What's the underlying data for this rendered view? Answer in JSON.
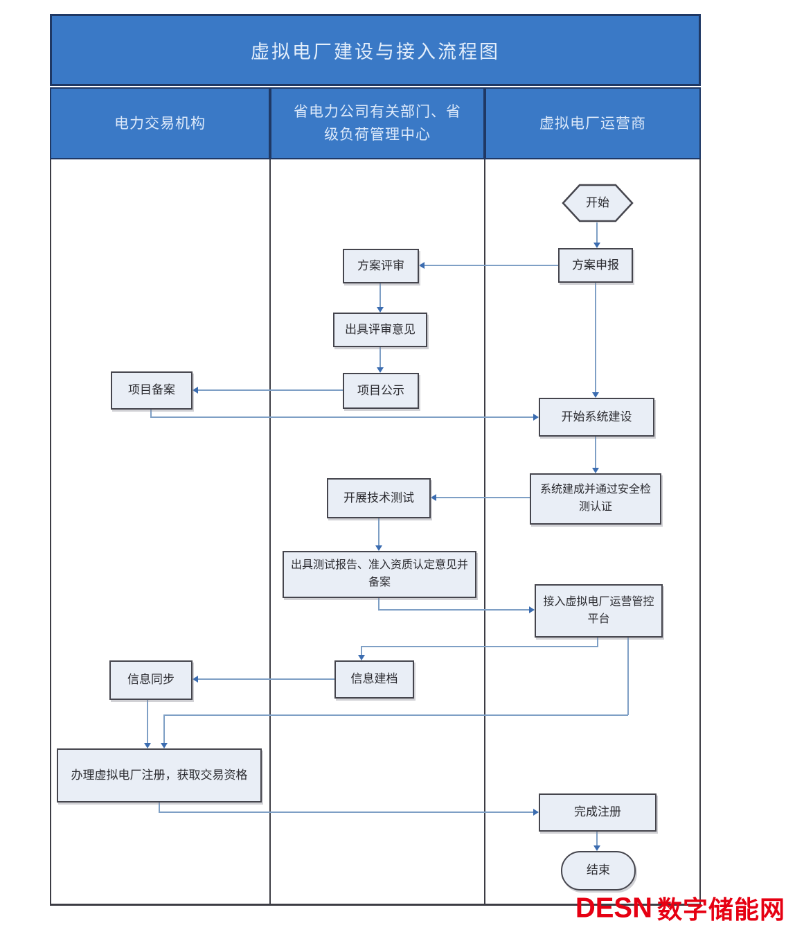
{
  "diagram": {
    "type": "flowchart-swimlane",
    "title": "虚拟电厂建设与接入流程图"
  },
  "lanes": [
    {
      "label": "电力交易机构"
    },
    {
      "label": "省电力公司有关部门、省级负荷管理中心"
    },
    {
      "label": "虚拟电厂运营商"
    }
  ],
  "nodes": {
    "start": {
      "label": "开始",
      "shape": "hexagon",
      "lane": "虚拟电厂运营商"
    },
    "plan_declare": {
      "label": "方案申报",
      "shape": "process",
      "lane": "虚拟电厂运营商"
    },
    "plan_review": {
      "label": "方案评审",
      "shape": "process",
      "lane": "省电力公司有关部门、省级负荷管理中心"
    },
    "issue_review_opinion": {
      "label": "出具评审意见",
      "shape": "process",
      "lane": "省电力公司有关部门、省级负荷管理中心"
    },
    "project_publicity": {
      "label": "项目公示",
      "shape": "process",
      "lane": "省电力公司有关部门、省级负荷管理中心"
    },
    "project_filing": {
      "label": "项目备案",
      "shape": "process",
      "lane": "电力交易机构"
    },
    "start_system_build": {
      "label": "开始系统建设",
      "shape": "process",
      "lane": "虚拟电厂运营商"
    },
    "system_built_cert": {
      "label": "系统建成并通过安全检测认证",
      "shape": "process",
      "lane": "虚拟电厂运营商"
    },
    "tech_test": {
      "label": "开展技术测试",
      "shape": "process",
      "lane": "省电力公司有关部门、省级负荷管理中心"
    },
    "test_report": {
      "label": "出具测试报告、准入资质认定意见并备案",
      "shape": "process",
      "lane": "省电力公司有关部门、省级负荷管理中心"
    },
    "access_platform": {
      "label": "接入虚拟电厂运营管控平台",
      "shape": "process",
      "lane": "虚拟电厂运营商"
    },
    "info_sync": {
      "label": "信息同步",
      "shape": "process",
      "lane": "电力交易机构"
    },
    "info_archive": {
      "label": "信息建档",
      "shape": "process",
      "lane": "省电力公司有关部门、省级负荷管理中心"
    },
    "register": {
      "label": "办理虚拟电厂注册，获取交易资格",
      "shape": "process",
      "lane": "电力交易机构"
    },
    "complete_register": {
      "label": "完成注册",
      "shape": "process",
      "lane": "虚拟电厂运营商"
    },
    "end": {
      "label": "结束",
      "shape": "terminator",
      "lane": "虚拟电厂运营商"
    }
  },
  "edges": [
    {
      "from": "start",
      "to": "plan_declare"
    },
    {
      "from": "plan_declare",
      "to": "plan_review"
    },
    {
      "from": "plan_review",
      "to": "issue_review_opinion"
    },
    {
      "from": "issue_review_opinion",
      "to": "project_publicity"
    },
    {
      "from": "project_publicity",
      "to": "project_filing"
    },
    {
      "from": "plan_declare",
      "to": "start_system_build"
    },
    {
      "from": "project_filing",
      "to": "start_system_build"
    },
    {
      "from": "start_system_build",
      "to": "system_built_cert"
    },
    {
      "from": "system_built_cert",
      "to": "tech_test"
    },
    {
      "from": "tech_test",
      "to": "test_report"
    },
    {
      "from": "test_report",
      "to": "access_platform"
    },
    {
      "from": "access_platform",
      "to": "info_archive"
    },
    {
      "from": "info_archive",
      "to": "info_sync"
    },
    {
      "from": "info_sync",
      "to": "register"
    },
    {
      "from": "access_platform",
      "to": "register"
    },
    {
      "from": "register",
      "to": "complete_register"
    },
    {
      "from": "complete_register",
      "to": "end"
    }
  ],
  "watermark": {
    "logo": "DESN",
    "text": "数字储能网"
  },
  "colors": {
    "lane_header_blue": "#3a79c6",
    "lane_header_border": "#1f3864",
    "node_fill": "#e9eef6",
    "node_border": "#45454d",
    "connector": "#7e9fc5",
    "arrowhead": "#3b6cb0",
    "watermark_red": "#e60012"
  }
}
